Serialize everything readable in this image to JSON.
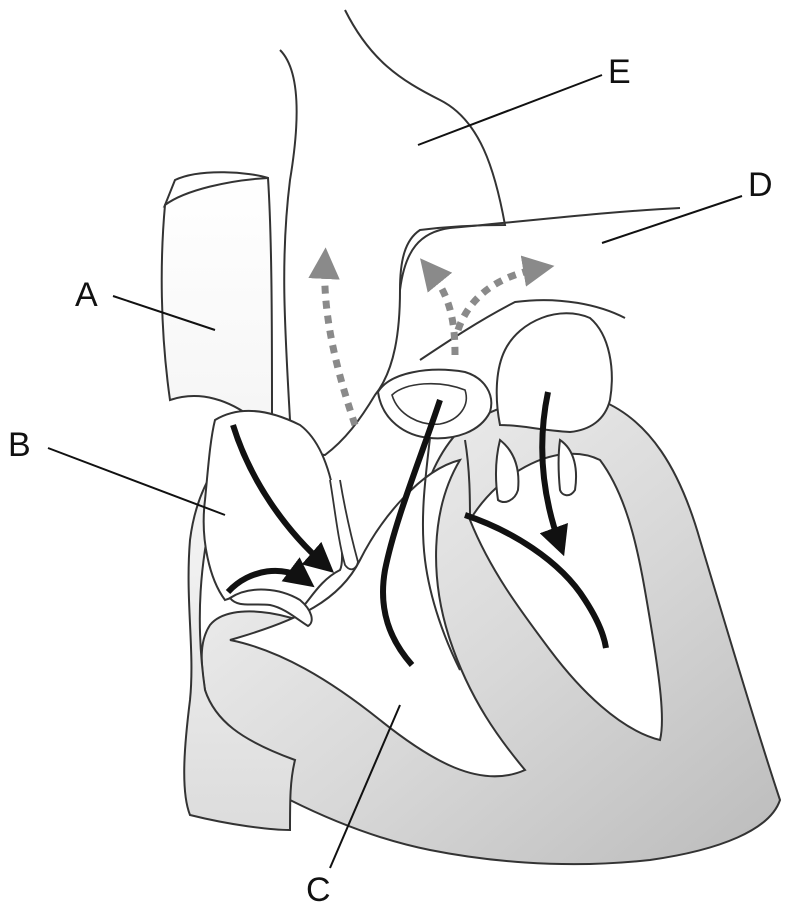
{
  "labels": {
    "a": "A",
    "b": "B",
    "c": "C",
    "d": "D",
    "e": "E"
  },
  "colors": {
    "outline": "#333333",
    "arrow": "#111111",
    "dashed_arrow": "#8a8a8a",
    "muscle_shade_light": "#f4f4f4",
    "muscle_shade_dark": "#bdbdbd"
  }
}
